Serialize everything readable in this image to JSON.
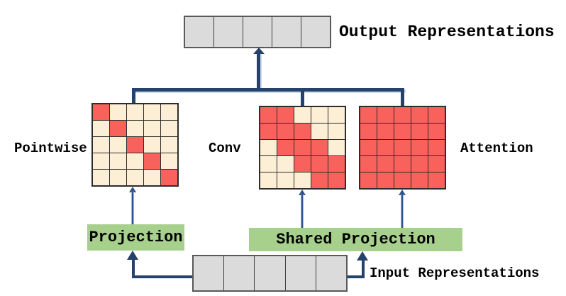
{
  "diagram": {
    "output": {
      "label": "Output Representations",
      "cells": 5
    },
    "input": {
      "label": "Input Representations",
      "cells": 5
    },
    "matrices": [
      {
        "id": "pointwise",
        "label": "Pointwise",
        "pattern": [
          "10000",
          "01000",
          "00100",
          "00010",
          "00001"
        ]
      },
      {
        "id": "conv",
        "label": "Conv",
        "pattern": [
          "11000",
          "11100",
          "01110",
          "00111",
          "00011"
        ]
      },
      {
        "id": "attention",
        "label": "Attention",
        "pattern": [
          "11111",
          "11111",
          "11111",
          "11111",
          "11111"
        ]
      }
    ],
    "projections": [
      {
        "id": "projection",
        "label": "Projection"
      },
      {
        "id": "shared-projection",
        "label": "Shared Projection"
      }
    ],
    "colors": {
      "active_cell": "#f9615c",
      "inactive_cell": "#fcefd6",
      "cell_border": "#2d2d2d",
      "strip_cell": "#dbdbdb",
      "strip_border": "#58595b",
      "projection_box": "#a8d08d",
      "connector": "#24426b",
      "thin_arrow": "#305389",
      "thin_arrow_edge": "#9fb9df",
      "text": "#000000"
    }
  }
}
